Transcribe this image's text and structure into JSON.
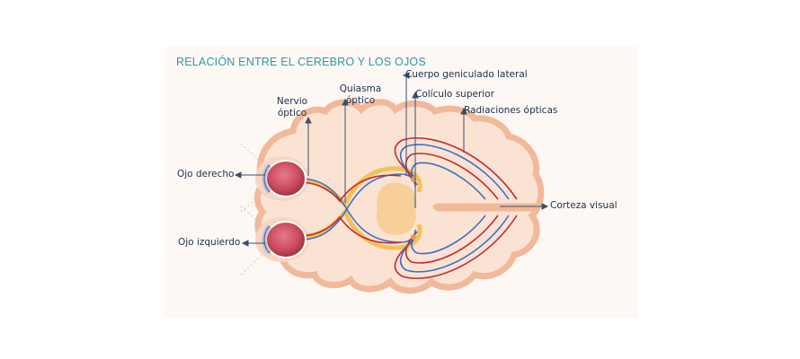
{
  "title": "RELACIÓN ENTRE EL CEREBRO Y LOS OJOS",
  "labels": {
    "cuerpo_geniculado": "Cuerpo geniculado lateral",
    "coliculo": "Colículo superior",
    "radiaciones": "Radiaciones ópticas",
    "nervio_l1": "Nervio",
    "nervio_l2": "óptico",
    "quiasma_l1": "Quiasma",
    "quiasma_l2": "óptico",
    "ojo_derecho": "Ojo derecho",
    "ojo_izquierdo": "Ojo izquierdo",
    "corteza": "Corteza visual"
  },
  "colors": {
    "title": "#2f9aa5",
    "brain_outline": "#f2b89a",
    "brain_fill": "#fbe3d3",
    "leader": "#3a4f6e",
    "blue_path": "#3d6fc7",
    "red_path": "#c8282f",
    "yellow_path": "#f2c25a",
    "thalamus": "#f7cf99",
    "eye": "#c94a5c"
  }
}
